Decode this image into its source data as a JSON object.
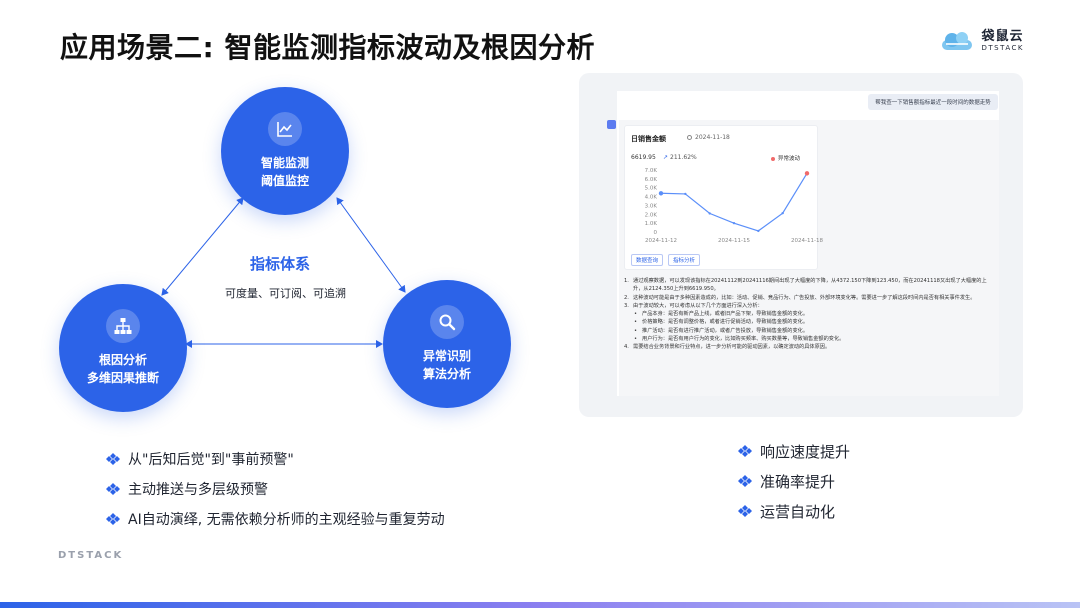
{
  "slide": {
    "title": "应用场景二: 智能监测指标波动及根因分析",
    "logo_cn": "袋鼠云",
    "logo_en": "DTSTACK",
    "footer_brand": "DTSTACK"
  },
  "diagram": {
    "center_title": "指标体系",
    "center_sub": "可度量、可订阅、可追溯",
    "nodes": [
      {
        "icon": "line-chart-icon",
        "line1": "智能监测",
        "line2": "阈值监控"
      },
      {
        "icon": "hierarchy-icon",
        "line1": "根因分析",
        "line2": "多维因果推断"
      },
      {
        "icon": "search-icon",
        "line1": "异常识别",
        "line2": "算法分析"
      }
    ]
  },
  "bullets_left": [
    "从\"后知后觉\"到\"事前预警\"",
    "主动推送与多层级预警",
    "AI自动演绎, 无需依赖分析师的主观经验与重复劳动"
  ],
  "bullets_right": [
    "响应速度提升",
    "准确率提升",
    "运营自动化"
  ],
  "colors": {
    "accent": "#2c63e8",
    "anomaly": "#f06a6a"
  },
  "chat": {
    "user_message": "帮我查一下销售额指标最近一段时间的数据走势",
    "card": {
      "title": "日销售金额",
      "date": "2024-11-18",
      "value": "6619.95",
      "change": "211.62%",
      "legend": "异常波动",
      "buttons": [
        "数据查询",
        "指标分析"
      ]
    },
    "reply": [
      {
        "num": "1.",
        "text": "通过观察数据，可以发现该指标在20241112到20241116期间出现了大幅度的下降，从4372.150下降到123.450，而在20241118又出现了大幅度的上升，从2124.350上升到6619.950。"
      },
      {
        "num": "2.",
        "text": "这种波动可能是由于多种因素造成的，比如：活动、促销、竞品行为、广告投放、外部环境变化等。需要进一步了解这段时间内是否有相关事件发生。"
      },
      {
        "num": "3.",
        "text": "由于波动较大，可以考虑从以下几个方面进行深入分析："
      },
      {
        "sub": true,
        "text": "产品本身：是否有新产品上线，或者旧产品下架，导致销售金额的变化。"
      },
      {
        "sub": true,
        "text": "价格策略：是否有调整价格，或者进行促销活动，导致销售金额的变化。"
      },
      {
        "sub": true,
        "text": "推广活动：是否有进行推广活动，或者广告投放，导致销售金额的变化。"
      },
      {
        "sub": true,
        "text": "用户行为：是否有用户行为的变化，比如购买频率、购买数量等，导致销售金额的变化。"
      },
      {
        "num": "4.",
        "text": "需要结合业务背景和行业特点，进一步分析可能的驱动因素，以确定波动的具体原因。"
      }
    ]
  },
  "chart_data": {
    "type": "line",
    "x": [
      "2024-11-12",
      "2024-11-13",
      "2024-11-14",
      "2024-11-15",
      "2024-11-16",
      "2024-11-17",
      "2024-11-18"
    ],
    "xticks": [
      "2024-11-12",
      "2024-11-15",
      "2024-11-18"
    ],
    "values": [
      4372.15,
      4300,
      2100,
      1000,
      123.45,
      2124.35,
      6619.95
    ],
    "anomalies": [
      0,
      6
    ],
    "yticks": [
      "7.0K",
      "6.0K",
      "5.0K",
      "4.0K",
      "3.0K",
      "2.0K",
      "1.0K",
      "0"
    ],
    "ylim": [
      0,
      7000
    ],
    "line_color": "#5b8ff9"
  }
}
